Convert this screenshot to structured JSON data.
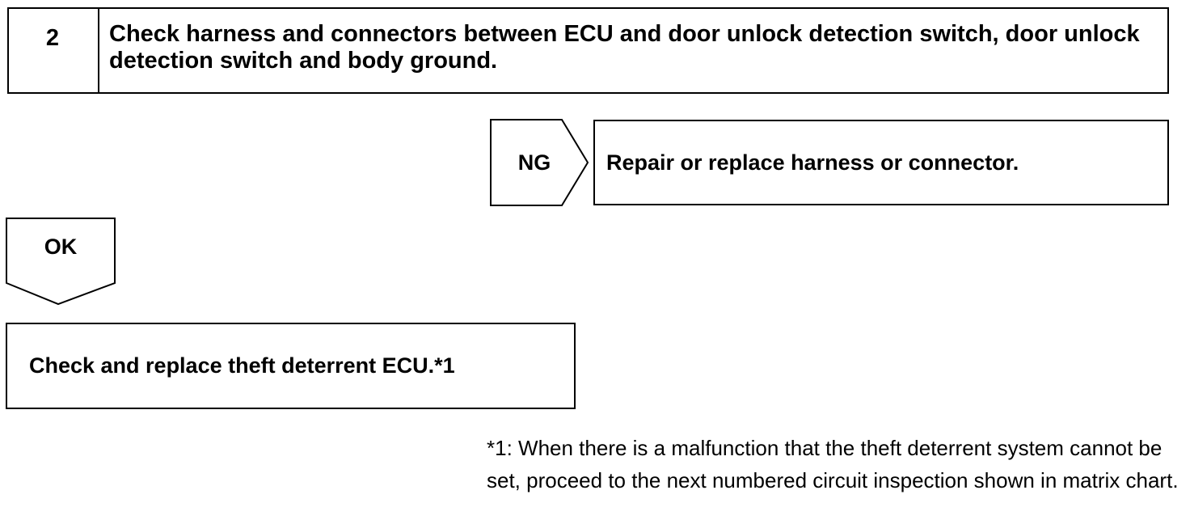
{
  "step": {
    "number": "2",
    "title": "Check harness and connectors between ECU and door unlock detection switch, door unlock detection switch and body ground."
  },
  "ng_branch": {
    "label": "NG",
    "result": "Repair or replace harness or connector."
  },
  "ok_branch": {
    "label": "OK",
    "result": "Check and replace theft deterrent ECU.*1"
  },
  "footnote": {
    "text": "*1: When there is a malfunction that the theft deterrent system cannot be set, proceed to the next numbered circuit inspection shown in matrix chart."
  }
}
